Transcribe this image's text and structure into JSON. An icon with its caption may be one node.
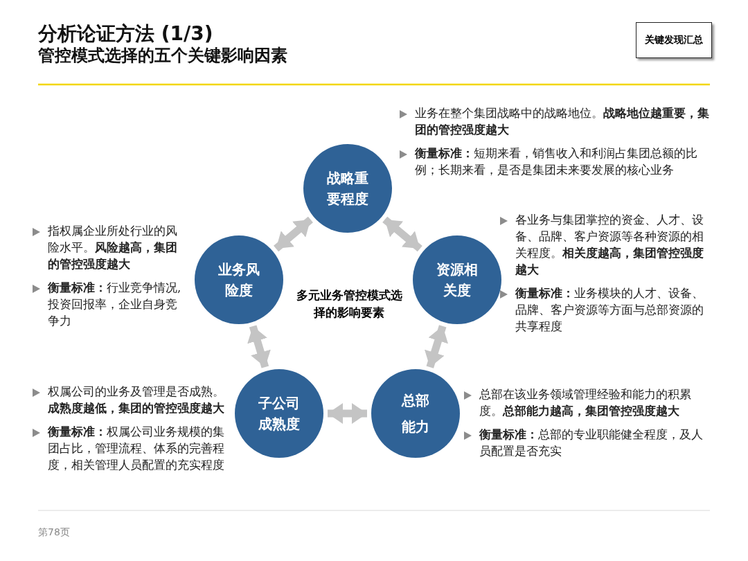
{
  "diagram": {
    "title": "分析论证方法 (1/3)",
    "nodes": [
      {
        "text": [
          "关键发现汇总"
        ]
      },
      {
        "text": [
          "战略重要程度"
        ],
        "beside": [
          "业务在整个集团战略中的战略地位。**战略地位越重要，集团的管控强度越大**",
          "**衡量标准：**短期来看，销售收入和利润占集团总额的比例；长期来看，是否是集团未来要发展的核心业务"
        ]
      },
      {
        "text": [
          "业务风险度"
        ],
        "beside": [
          "指权属企业所处行业的风险水平。**风险越高，集团的管控强度越大**",
          "**衡量标准：**行业竞争情况,投资回报率，企业自身竞争力"
        ]
      },
      {
        "text": [
          "资源相关度"
        ],
        "beside": [
          "各业务与集团掌控的资金、人才、设备、品牌、客户资源等各种资源的相关程度。**相关度越高，集团管控强度越大**",
          "**衡量标准：**业务模块的人才、设备、品牌、客户资源等方面与总部资源的共享程度"
        ]
      },
      {
        "text": [
          "子公司成熟度"
        ],
        "beside": [
          "权属公司的业务及管理是否成熟。**成熟度越低，集团的管控强度越大**",
          "**衡量标准：**权属公司业务规模的集团占比，管理流程、体系的完善程度，相关管理人员配置的充实程度"
        ]
      },
      {
        "text": [
          "总部能力"
        ],
        "beside": [
          "总部在该业务领域管理经验和能力的积累度。**总部能力越高，集团管控强度越大**",
          "**衡量标准：**总部的专业职能健全程度，及人员配置是否充实"
        ]
      }
    ],
    "edges": [
      {
        "from": 1,
        "to": 3,
        "arrow": "both"
      },
      {
        "from": 3,
        "to": 5,
        "arrow": "both"
      },
      {
        "from": 5,
        "to": 4,
        "arrow": "both"
      },
      {
        "from": 4,
        "to": 2,
        "arrow": "both"
      },
      {
        "from": 2,
        "to": 1,
        "arrow": "both"
      }
    ],
    "labels": [
      "管控模式选择的五个关键影响因素",
      "多元业务管控模式选择的影响要素",
      "第78页"
    ]
  }
}
